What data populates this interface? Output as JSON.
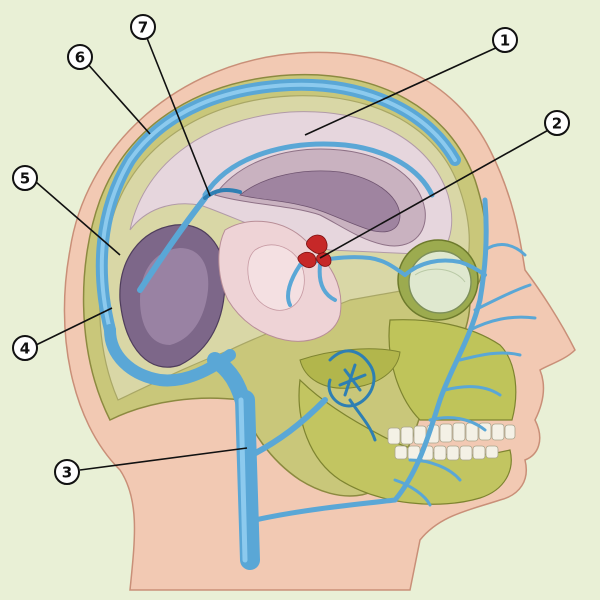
{
  "callouts": [
    {
      "id": "1",
      "label": "1"
    },
    {
      "id": "2",
      "label": "2"
    },
    {
      "id": "3",
      "label": "3"
    },
    {
      "id": "4",
      "label": "4"
    },
    {
      "id": "5",
      "label": "5"
    },
    {
      "id": "6",
      "label": "6"
    },
    {
      "id": "7",
      "label": "7"
    }
  ],
  "colors": {
    "background": "#e9f0d6",
    "skin": "#f2c9b3",
    "skull": "#c9c77a",
    "dura": "#d9d7a6",
    "brain": "#d8c4cf",
    "brain_dark": "#7d6789",
    "vein": "#5aa7d6",
    "vein_dark": "#2e7fb3",
    "bone": "#bfc45a",
    "teeth": "#f4f1e6",
    "red": "#c62828"
  }
}
